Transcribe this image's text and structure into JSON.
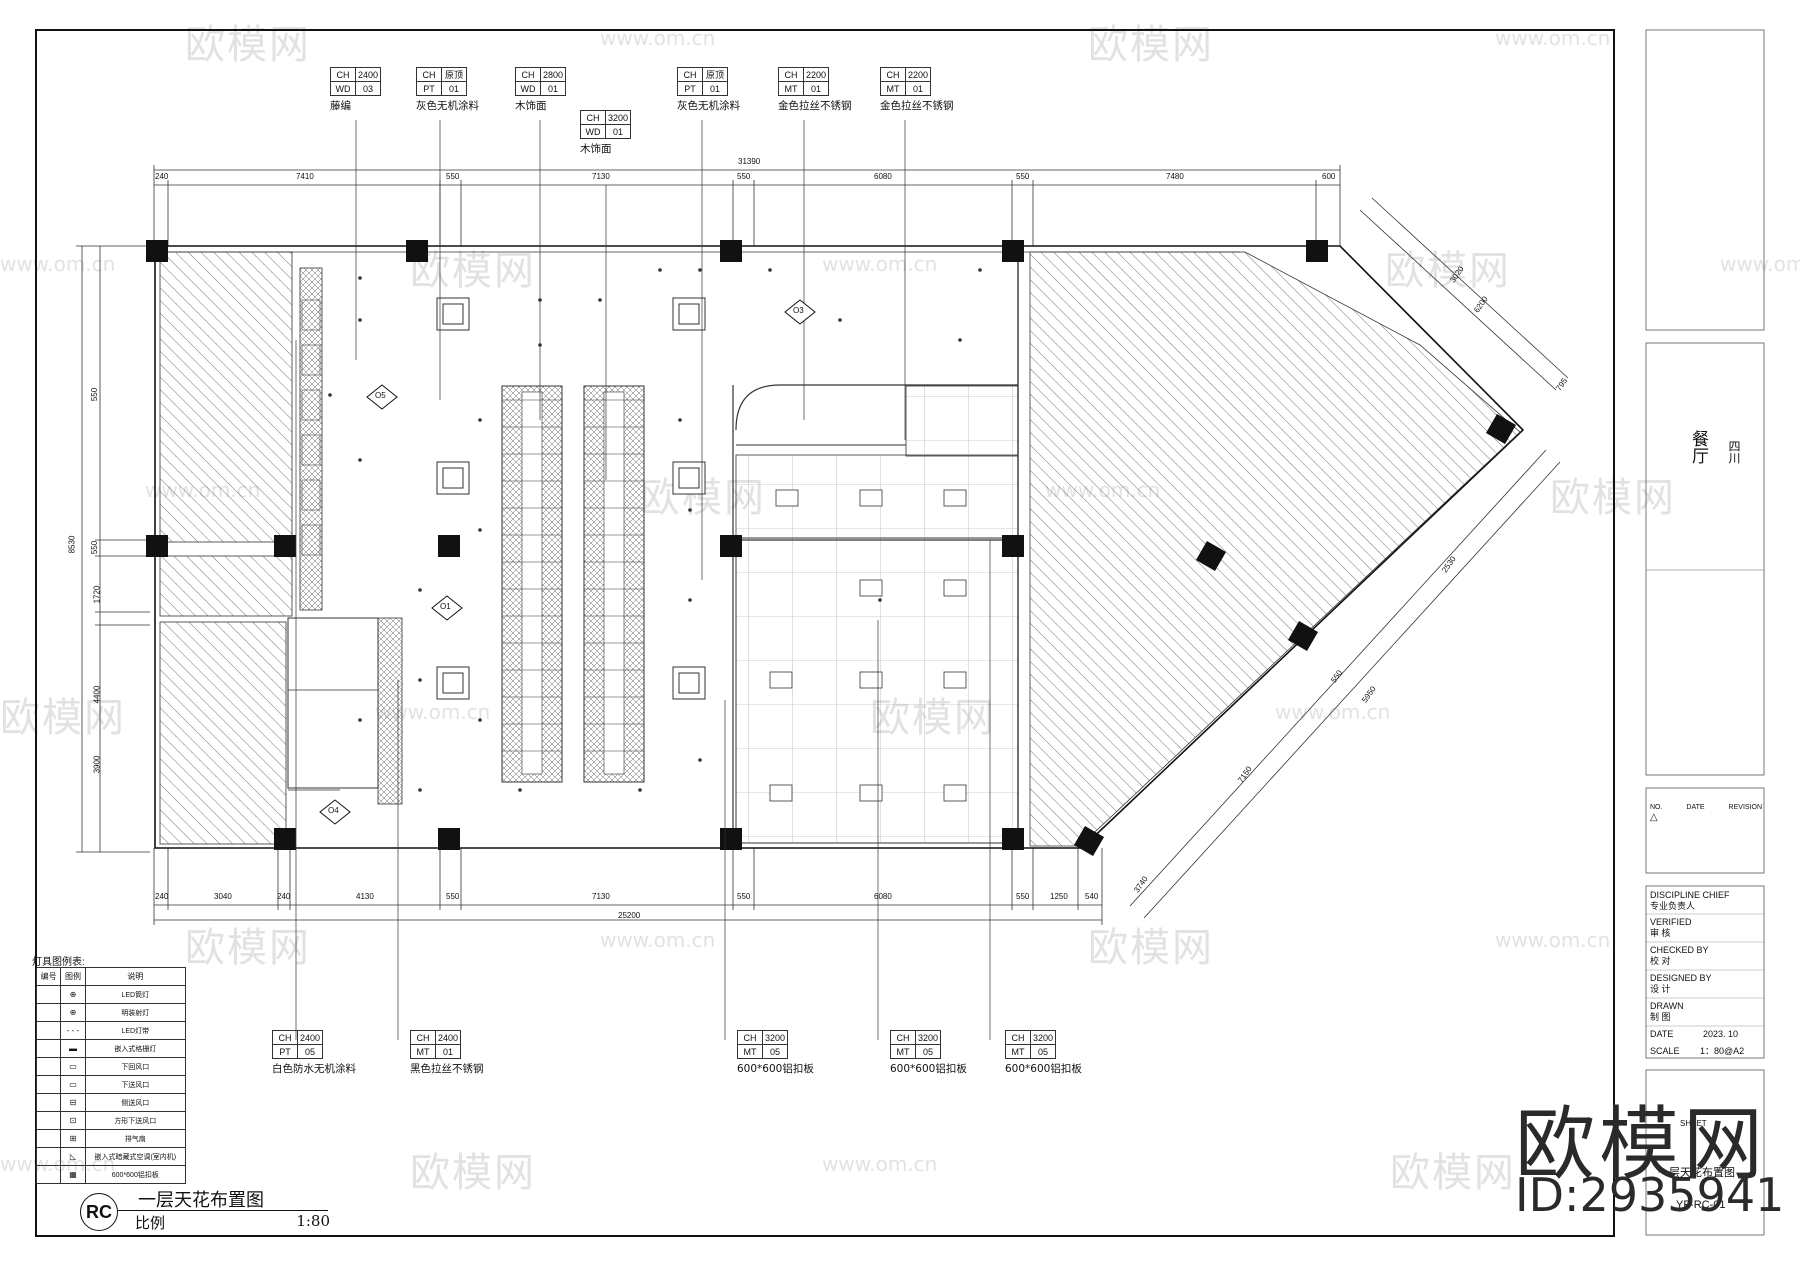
{
  "watermark": {
    "brand": "欧模网",
    "url": "www.om.cn"
  },
  "brand_mark": {
    "name": "欧模网",
    "id": "ID:2935941"
  },
  "plan": {
    "title": "一层天花布置图",
    "scale_label": "比例",
    "scale_value": "1:80",
    "code": "RC"
  },
  "legend": {
    "title": "灯具图例表:",
    "headers": [
      "编号",
      "图例",
      "说明"
    ],
    "rows": [
      "LED筒灯",
      "明装射灯",
      "LED灯带",
      "嵌入式格栅灯",
      "下回风口",
      "下送风口",
      "侧送风口",
      "方形下送风口",
      "排气扇",
      "嵌入式暗藏式空调(室内机)",
      "600*600铝扣板"
    ]
  },
  "title_block": {
    "project_name": "餐厅",
    "project_location": "四川",
    "revision": [
      "NO.",
      "DATE",
      "REVISION"
    ],
    "discipline_chief": [
      "DISCIPLINE CHIEF",
      "专业负责人"
    ],
    "verified": [
      "VERIFIED",
      "审 核"
    ],
    "checked": [
      "CHECKED BY",
      "校 对"
    ],
    "designed": [
      "DESIGNED BY",
      "设 计"
    ],
    "drawn": [
      "DRAWN",
      "制 图"
    ],
    "date_label": "DATE",
    "date_value": "2023. 10",
    "scale_label": "SCALE",
    "scale_value": "1：80@A2",
    "sheet_label": "SHEET",
    "sheet_title": "一层天花布置图",
    "sheet_no": "YF-RC-01"
  },
  "top_tags": [
    {
      "r1": [
        "CH",
        "2400"
      ],
      "r2": [
        "WD",
        "03"
      ],
      "desc": "藤编"
    },
    {
      "r1": [
        "CH",
        "原顶"
      ],
      "r2": [
        "PT",
        "01"
      ],
      "desc": "灰色无机涂料"
    },
    {
      "r1": [
        "CH",
        "2800"
      ],
      "r2": [
        "WD",
        "01"
      ],
      "desc": "木饰面"
    },
    {
      "r1": [
        "CH",
        "3200"
      ],
      "r2": [
        "WD",
        "01"
      ],
      "desc": "木饰面"
    },
    {
      "r1": [
        "CH",
        "原顶"
      ],
      "r2": [
        "PT",
        "01"
      ],
      "desc": "灰色无机涂料"
    },
    {
      "r1": [
        "CH",
        "2200"
      ],
      "r2": [
        "MT",
        "01"
      ],
      "desc": "金色拉丝不锈钢"
    },
    {
      "r1": [
        "CH",
        "2200"
      ],
      "r2": [
        "MT",
        "01"
      ],
      "desc": "金色拉丝不锈钢"
    }
  ],
  "bottom_tags": [
    {
      "r1": [
        "CH",
        "2400"
      ],
      "r2": [
        "PT",
        "05"
      ],
      "desc": "白色防水无机涂料"
    },
    {
      "r1": [
        "CH",
        "2400"
      ],
      "r2": [
        "MT",
        "01"
      ],
      "desc": "黑色拉丝不锈钢"
    },
    {
      "r1": [
        "CH",
        "3200"
      ],
      "r2": [
        "MT",
        "05"
      ],
      "desc": "600*600铝扣板"
    },
    {
      "r1": [
        "CH",
        "3200"
      ],
      "r2": [
        "MT",
        "05"
      ],
      "desc": "600*600铝扣板"
    },
    {
      "r1": [
        "CH",
        "3200"
      ],
      "r2": [
        "MT",
        "05"
      ],
      "desc": "600*600铝扣板"
    }
  ],
  "dims_top": [
    "240",
    "7410",
    "550",
    "7130",
    "550",
    "6080",
    "550",
    "7480",
    "600"
  ],
  "dims_top_total": "31390",
  "dims_bottom": [
    "240",
    "3040",
    "240",
    "4130",
    "550",
    "7130",
    "550",
    "6080",
    "550",
    "1250",
    "540"
  ],
  "dims_bottom_total": "25200",
  "dims_left": [
    "550",
    "8530",
    "550",
    "1720",
    "4400",
    "3900"
  ],
  "dims_diag": [
    "3020",
    "6200",
    "795",
    "2530",
    "550",
    "5950",
    "7150",
    "3740"
  ],
  "markers": [
    "O3",
    "O5",
    "O1",
    "O4"
  ]
}
